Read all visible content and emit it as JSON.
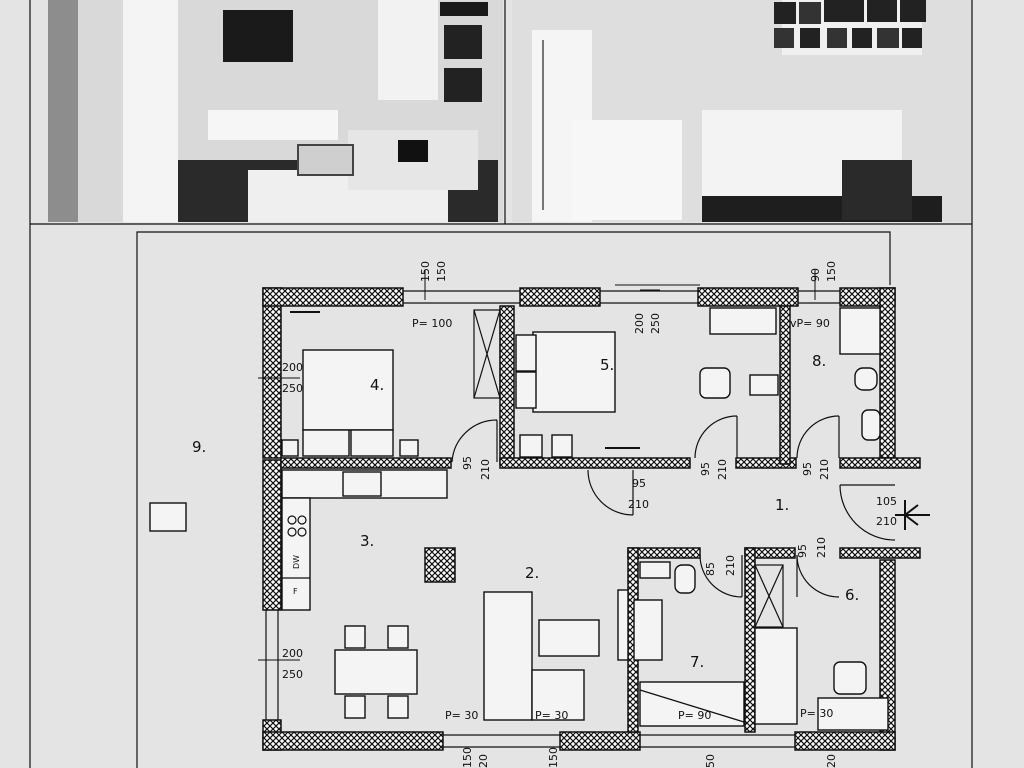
{
  "photos": [
    {
      "caption": ""
    },
    {
      "caption": ""
    }
  ],
  "rooms": {
    "r1": "1.",
    "r2": "2.",
    "r3": "3.",
    "r4": "4.",
    "r5": "5.",
    "r6": "6.",
    "r7": "7.",
    "r8": "8.",
    "r9": "9."
  },
  "parapets": {
    "p100": "P= 100",
    "p90_bath8": "vP= 90",
    "p30_a": "P= 30",
    "p30_b": "P= 30",
    "p90_bath7": "P= 90",
    "p30_c": "P= 30"
  },
  "dimensions": {
    "top_150_a": "150",
    "top_150_b": "150",
    "top_200": "200",
    "top_250": "250",
    "top_90": "90",
    "top_150_c": "150",
    "left_200_a": "200",
    "left_250_a": "250",
    "left_200_b": "200",
    "left_250_b": "250",
    "d4_95": "95",
    "d4_210": "210",
    "hall_95": "95",
    "hall_210": "210",
    "d5_95": "95",
    "d5_210": "210",
    "d8_95": "95",
    "d8_210": "210",
    "entry_105": "105",
    "entry_210": "210",
    "d7_85": "85",
    "d7_210": "210",
    "d6_95": "95",
    "d6_210": "210",
    "bot_a": "150",
    "bot_b": "20",
    "bot_c": "150",
    "bot_d": "50",
    "bot_e": "20"
  },
  "appliances": {
    "dishwasher": "DW",
    "fridge": "F"
  }
}
